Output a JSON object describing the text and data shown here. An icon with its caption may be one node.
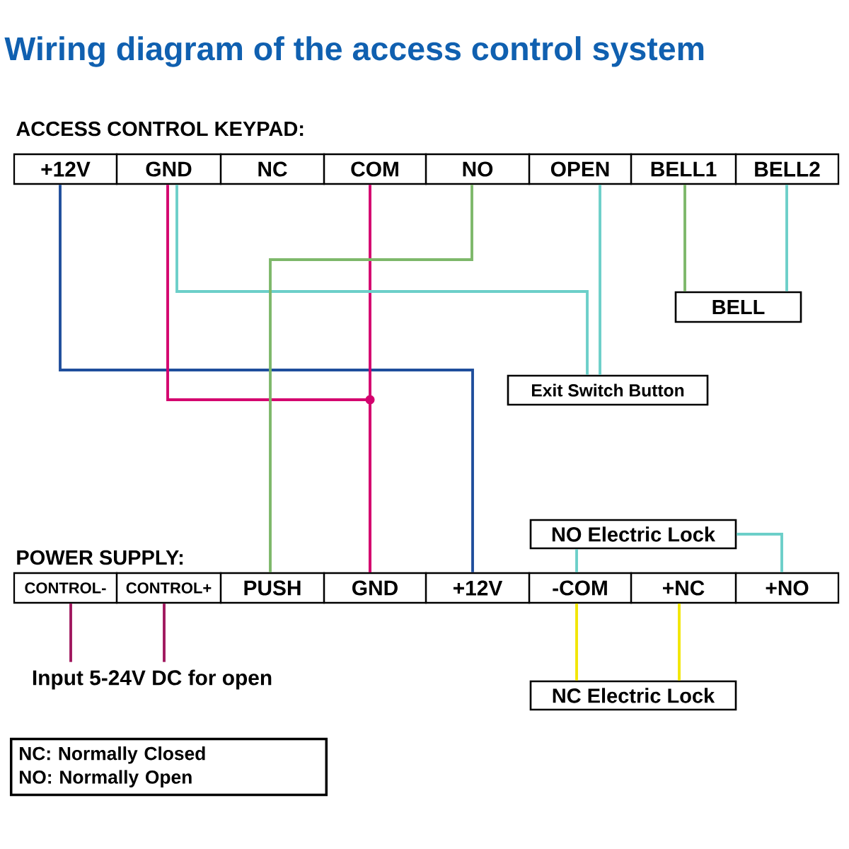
{
  "diagram": {
    "title": "Wiring diagram of the access control system",
    "nodes": [
      {
        "text": [
          "+12V"
        ]
      },
      {
        "text": [
          "GND"
        ]
      },
      {
        "text": [
          "NC"
        ]
      },
      {
        "text": [
          "COM"
        ]
      },
      {
        "text": [
          "NO"
        ]
      },
      {
        "text": [
          "OPEN"
        ]
      },
      {
        "text": [
          "BELL1"
        ]
      },
      {
        "text": [
          "BELL2"
        ]
      },
      {
        "text": [
          "BELL"
        ]
      },
      {
        "text": [
          "Exit Switch Button"
        ]
      },
      {
        "text": [
          "CONTROL-"
        ]
      },
      {
        "text": [
          "CONTROL+"
        ]
      },
      {
        "text": [
          "PUSH"
        ]
      },
      {
        "text": [
          "GND"
        ]
      },
      {
        "text": [
          "+12V"
        ]
      },
      {
        "text": [
          "-COM"
        ]
      },
      {
        "text": [
          "+NC"
        ]
      },
      {
        "text": [
          "+NO"
        ]
      },
      {
        "text": [
          "NO Electric Lock"
        ]
      },
      {
        "text": [
          "NC Electric Lock"
        ]
      },
      {
        "text": [
          "Input 5-24V DC for open"
        ]
      },
      {
        "text": [
          "NC: Normally Closed",
          "NO: Normally Open"
        ]
      }
    ],
    "edges": [
      {
        "from": 0,
        "to": 14,
        "arrow": "none",
        "color": "#1f4e9c"
      },
      {
        "from": 1,
        "to": 13,
        "arrow": "none",
        "color": "#d4006e"
      },
      {
        "from": 3,
        "to": 13,
        "arrow": "none",
        "color": "#d4006e"
      },
      {
        "from": 1,
        "to": 9,
        "arrow": "none",
        "color": "#6ccfc9"
      },
      {
        "from": 4,
        "to": 12,
        "arrow": "none",
        "color": "#7db86a"
      },
      {
        "from": 5,
        "to": 9,
        "arrow": "none",
        "color": "#6ccfc9"
      },
      {
        "from": 6,
        "to": 8,
        "arrow": "none",
        "color": "#7db86a"
      },
      {
        "from": 7,
        "to": 8,
        "arrow": "none",
        "color": "#6ccfc9"
      },
      {
        "from": 18,
        "to": 15,
        "arrow": "none",
        "color": "#6ccfc9"
      },
      {
        "from": 18,
        "to": 17,
        "arrow": "none",
        "color": "#6ccfc9"
      },
      {
        "from": 15,
        "to": 19,
        "arrow": "none",
        "color": "#f2e600"
      },
      {
        "from": 16,
        "to": 19,
        "arrow": "none",
        "color": "#f2e600"
      },
      {
        "from": 10,
        "to": 20,
        "arrow": "none",
        "color": "#a0175e"
      },
      {
        "from": 11,
        "to": 20,
        "arrow": "none",
        "color": "#a0175e"
      }
    ],
    "labels": [
      "ACCESS CONTROL KEYPAD:",
      "POWER SUPPLY:"
    ]
  }
}
